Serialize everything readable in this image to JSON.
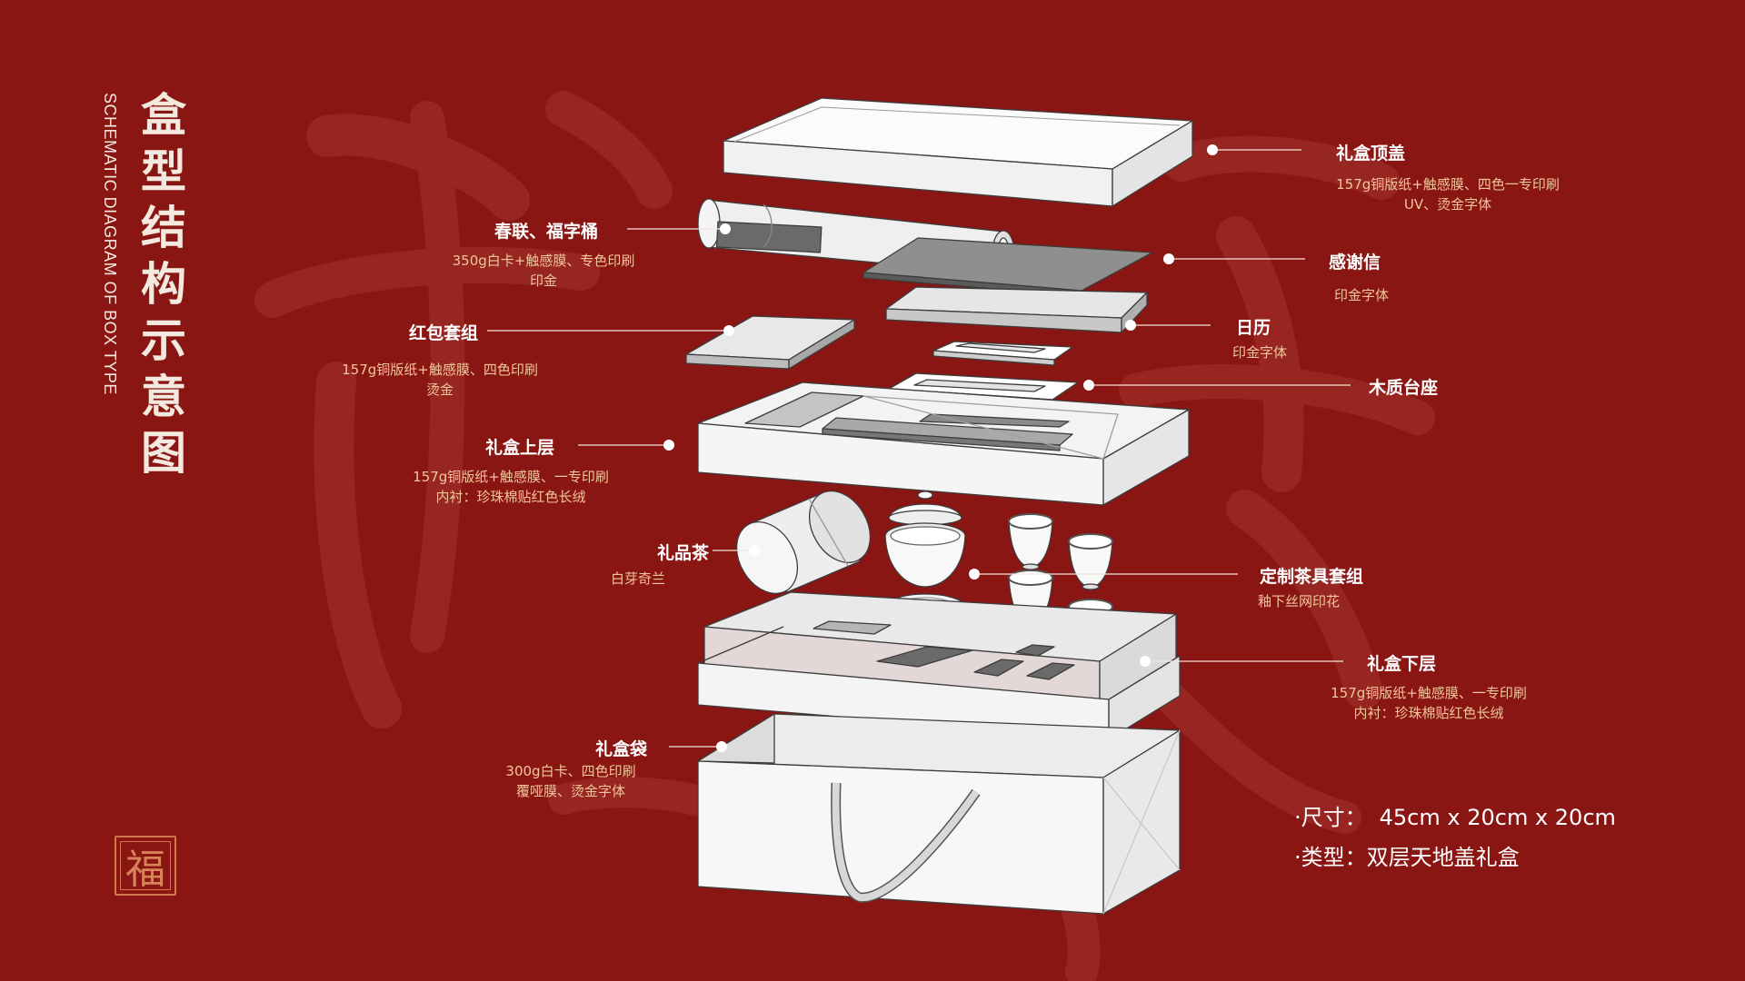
{
  "title": {
    "cn": "盒型结构示意图",
    "en": "SCHEMATIC DIAGRAM OF BOX TYPE"
  },
  "seal": {
    "char": "福"
  },
  "colors": {
    "background": "#8a1614",
    "label": "#ffffff",
    "desc": "#f0c79b",
    "box": "#f2f2f2",
    "line": "#3c3c3c"
  },
  "annotations": {
    "lid": {
      "title": "礼盒顶盖",
      "desc": [
        "157g铜版纸+触感膜、四色一专印刷",
        "UV、烫金字体"
      ]
    },
    "couplet": {
      "title": "春联、福字桶",
      "desc": [
        "350g白卡+触感膜、专色印刷",
        "印金"
      ]
    },
    "letter": {
      "title": "感谢信",
      "desc": [
        "印金字体"
      ]
    },
    "calendar": {
      "title": "日历",
      "desc": [
        "印金字体"
      ]
    },
    "envelope": {
      "title": "红包套组",
      "desc": [
        "157g铜版纸+触感膜、四色印刷",
        "烫金"
      ]
    },
    "stand": {
      "title": "木质台座",
      "desc": []
    },
    "upper": {
      "title": "礼盒上层",
      "desc": [
        "157g铜版纸+触感膜、一专印刷",
        "内衬：珍珠棉贴红色长绒"
      ]
    },
    "tea": {
      "title": "礼品茶",
      "desc": [
        "白芽奇兰"
      ]
    },
    "teaset": {
      "title": "定制茶具套组",
      "desc": [
        "釉下丝网印花"
      ]
    },
    "lower": {
      "title": "礼盒下层",
      "desc": [
        "157g铜版纸+触感膜、一专印刷",
        "内衬：珍珠棉贴红色长绒"
      ]
    },
    "bag": {
      "title": "礼盒袋",
      "desc": [
        "300g白卡、四色印刷",
        "覆哑膜、烫金字体"
      ]
    }
  },
  "specs": [
    {
      "label": "·尺寸：",
      "value": "45cm x 20cm x 20cm"
    },
    {
      "label": "·类型：",
      "value": "双层天地盖礼盒"
    }
  ]
}
